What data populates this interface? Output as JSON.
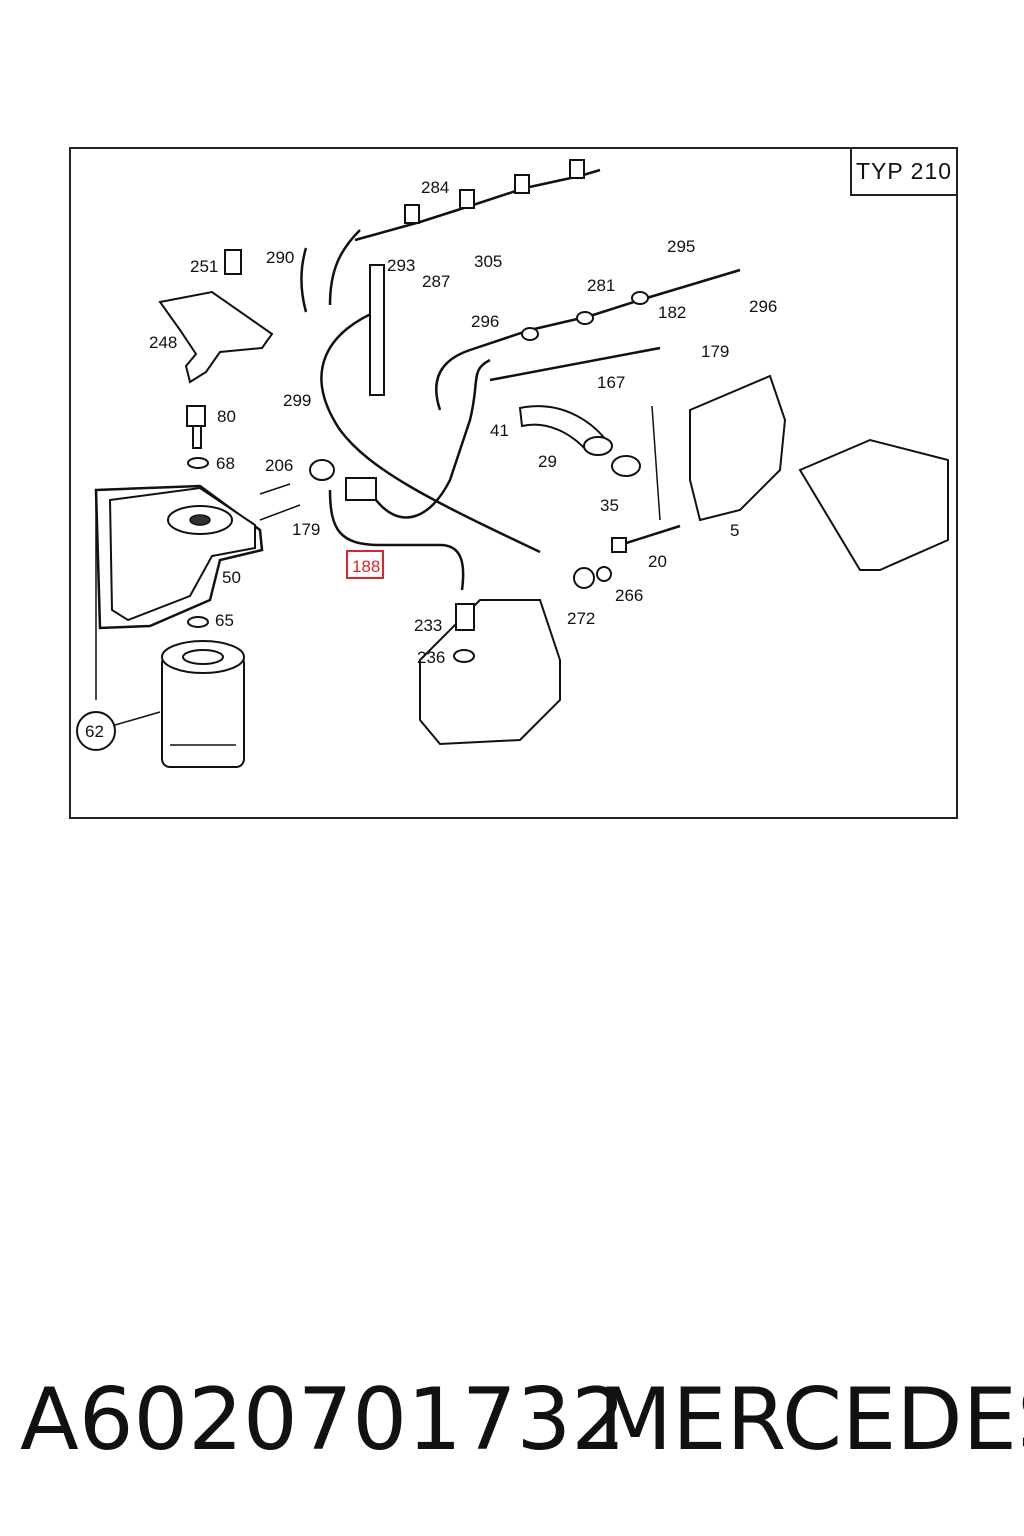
{
  "diagram": {
    "type_label": "TYP 210",
    "highlight_color": "#d9262c",
    "highlighted_part": "188",
    "callouts": [
      "284",
      "290",
      "251",
      "293",
      "287",
      "305",
      "295",
      "281",
      "296",
      "296",
      "182",
      "248",
      "179",
      "299",
      "167",
      "80",
      "41",
      "68",
      "206",
      "29",
      "35",
      "179",
      "50",
      "188",
      "20",
      "5",
      "266",
      "272",
      "233",
      "65",
      "236",
      "62"
    ]
  },
  "footer": {
    "part_number": "A6020701732",
    "brand": "MERCEDES"
  }
}
